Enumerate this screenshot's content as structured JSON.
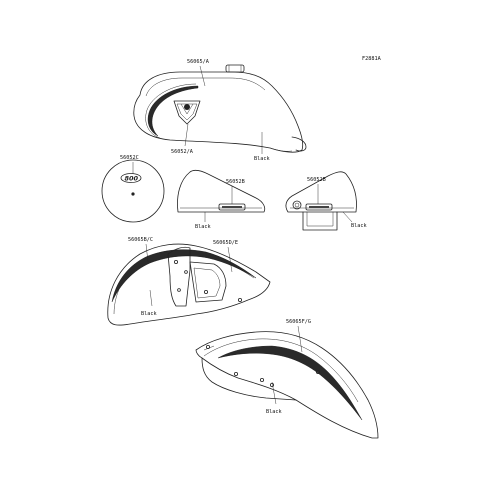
{
  "figure_code": "F2881A",
  "labels": {
    "tank_upper": "56065/A",
    "tank_lower": "56052/A",
    "tank_color": "Black",
    "round_decal": "56052C",
    "round_decal_text": "800",
    "left_cover": "56052B",
    "left_cover_color": "Black",
    "right_cover": "56052B",
    "right_cover_color": "Black",
    "front_fender_left": "56065B/C",
    "front_fender_right": "56065D/E",
    "front_fender_color": "Black",
    "rear_fender": "56065F/G",
    "rear_fender_color": "Black"
  },
  "colors": {
    "line": "#222222",
    "stripe": "#2a2a2a",
    "background": "#ffffff"
  }
}
